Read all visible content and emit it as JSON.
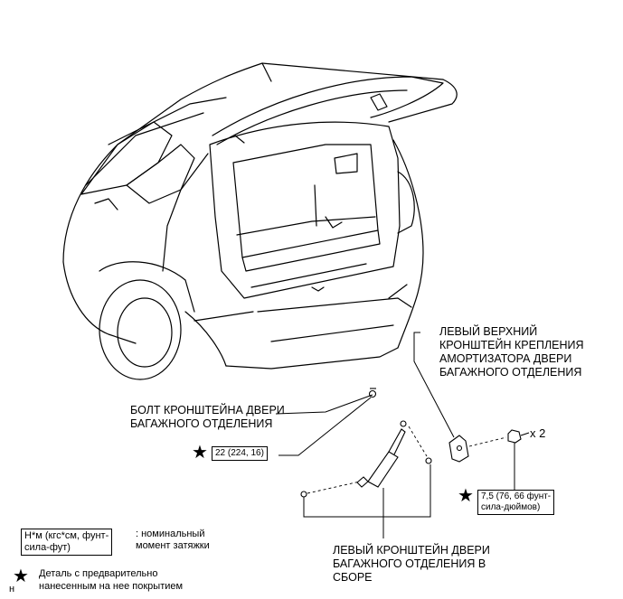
{
  "labels": {
    "bolt": "БОЛТ КРОНШТЕЙНА ДВЕРИ\nБАГАЖНОГО ОТДЕЛЕНИЯ",
    "upper_bracket": "ЛЕВЫЙ ВЕРХНИЙ\nКРОНШТЕЙН КРЕПЛЕНИЯ\nАМОРТИЗАТОРА ДВЕРИ\nБАГАЖНОГО ОТДЕЛЕНИЯ",
    "door_bracket": "ЛЕВЫЙ КРОНШТЕЙН ДВЕРИ\nБАГАЖНОГО ОТДЕЛЕНИЯ В\nСБОРЕ",
    "qty": "x 2"
  },
  "torque": {
    "bolt": "22 (224, 16)",
    "screw": "7,5 (76, 66 фунт-\nсила-дюймов)"
  },
  "legend": {
    "unit_box": "Н*м (кгс*см, фунт-\nсила-фут)",
    "unit_desc": ": номинальный\nмомент затяжки",
    "precoat_desc": "Деталь с предварительно\nнанесенным на нее покрытием",
    "precoat_mark": "н"
  },
  "icons": {
    "star": "star-icon"
  },
  "colors": {
    "line": "#000000",
    "background": "#ffffff"
  }
}
